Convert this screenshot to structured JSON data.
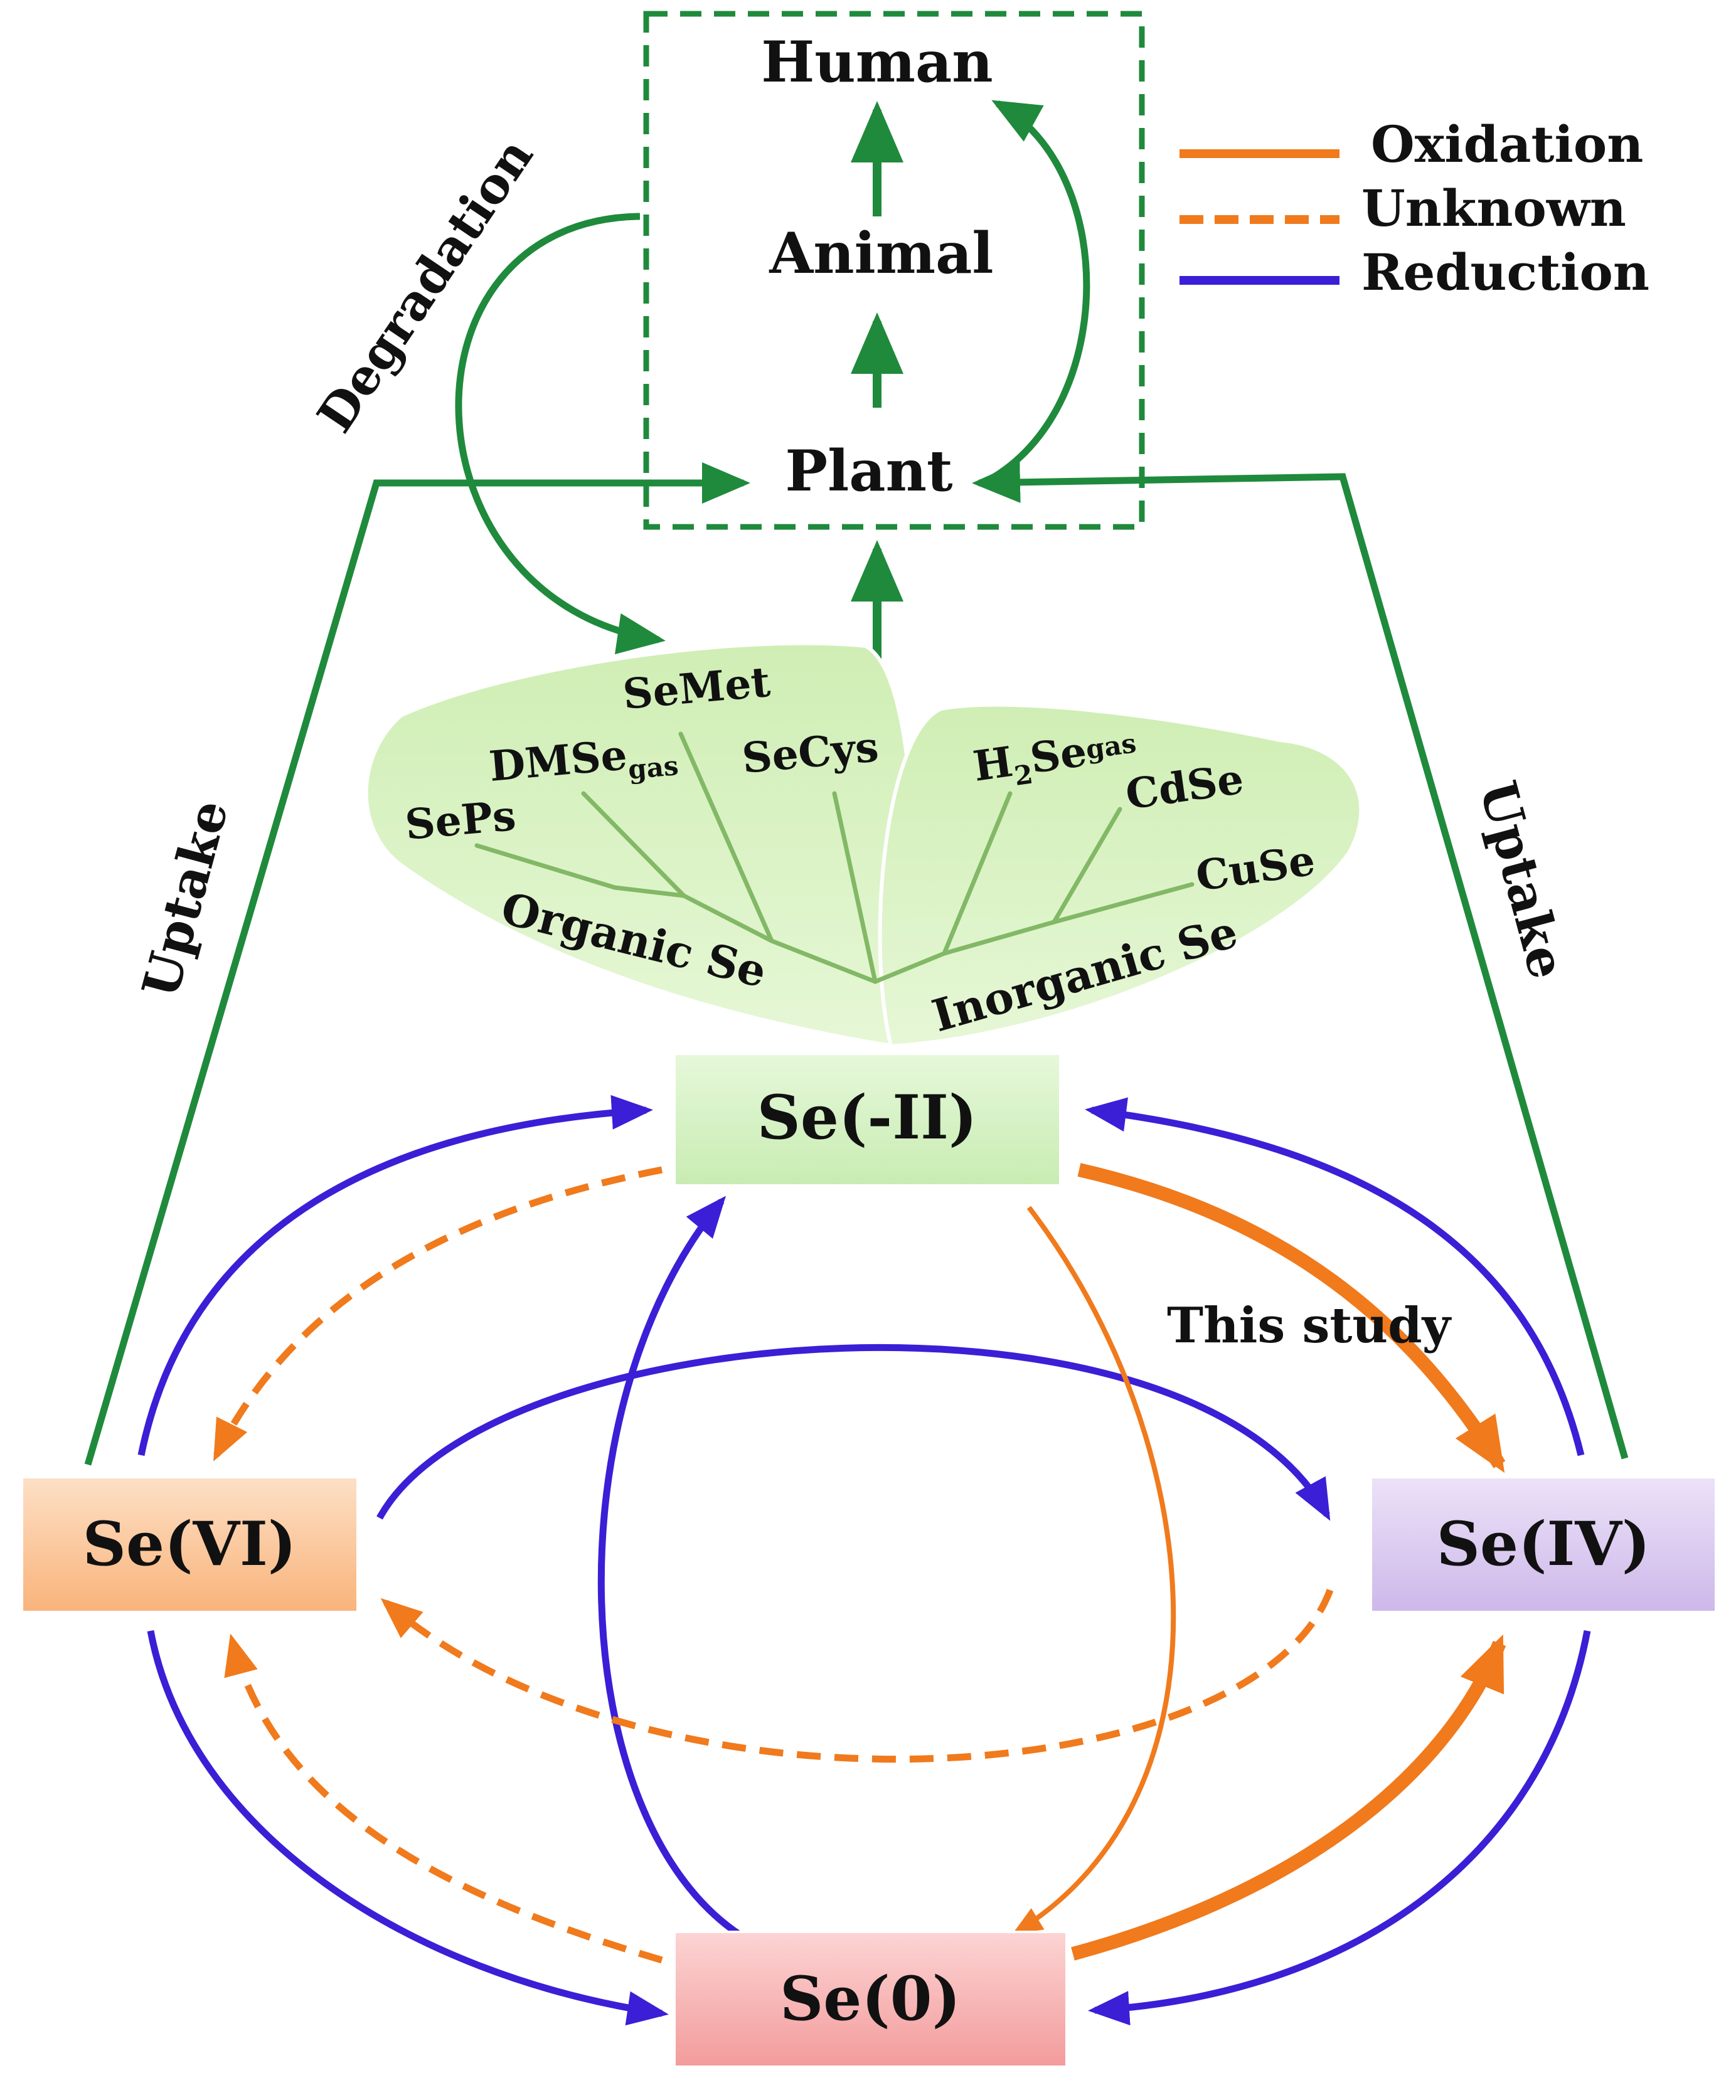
{
  "colors": {
    "oxidation": "#f07a1c",
    "unknown": "#f07a1c",
    "reduction": "#3a1fd6",
    "uptake": "#1f8a3c",
    "leaf": "#cdeeb0",
    "leaf_vein": "#7fb760",
    "box_se_minus2": "#d6f3c4",
    "box_se6": "#fbc79c",
    "box_se4": "#d9c8ef",
    "box_se0": "#f7b6b6"
  },
  "food_chain": {
    "human": "Human",
    "animal": "Animal",
    "plant": "Plant"
  },
  "legend": {
    "oxidation": "Oxidation",
    "unknown": "Unknown",
    "reduction": "Reduction"
  },
  "flow_labels": {
    "degradation": "Degradation",
    "uptake_left": "Uptake",
    "uptake_right": "Uptake",
    "this_study": "This study"
  },
  "species": {
    "se_minus2": "Se(-II)",
    "se6": "Se(VI)",
    "se4": "Se(IV)",
    "se0": "Se(0)"
  },
  "organic_se": {
    "group": "Organic Se",
    "items": {
      "seps": "SePs",
      "dmse": "DMSe",
      "dmse_sub": "gas",
      "semet": "SeMet",
      "secys": "SeCys"
    }
  },
  "inorganic_se": {
    "group": "Inorganic Se",
    "items": {
      "h2se_h": "H",
      "h2se_2": "2",
      "h2se_se": "Se",
      "h2se_sub": "gas",
      "cdse": "CdSe",
      "cuse": "CuSe"
    }
  }
}
